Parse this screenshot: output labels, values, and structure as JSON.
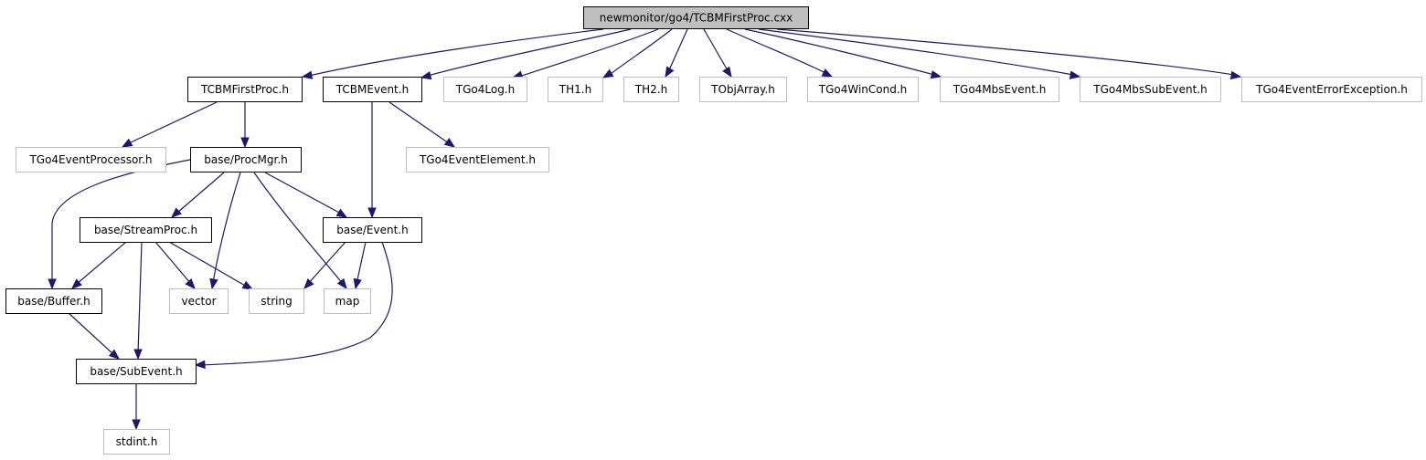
{
  "graph": {
    "nodes": [
      {
        "id": "root",
        "label": "newmonitor/go4/TCBMFirstProc.cxx",
        "kind": "root"
      },
      {
        "id": "firstproc",
        "label": "TCBMFirstProc.h",
        "kind": "documented"
      },
      {
        "id": "cbmevent",
        "label": "TCBMEvent.h",
        "kind": "documented"
      },
      {
        "id": "go4log",
        "label": "TGo4Log.h",
        "kind": "external"
      },
      {
        "id": "th1",
        "label": "TH1.h",
        "kind": "external"
      },
      {
        "id": "th2",
        "label": "TH2.h",
        "kind": "external"
      },
      {
        "id": "tobjarray",
        "label": "TObjArray.h",
        "kind": "external"
      },
      {
        "id": "wincond",
        "label": "TGo4WinCond.h",
        "kind": "external"
      },
      {
        "id": "mbsevent",
        "label": "TGo4MbsEvent.h",
        "kind": "external"
      },
      {
        "id": "mbssubevent",
        "label": "TGo4MbsSubEvent.h",
        "kind": "external"
      },
      {
        "id": "errexc",
        "label": "TGo4EventErrorException.h",
        "kind": "external"
      },
      {
        "id": "evproc",
        "label": "TGo4EventProcessor.h",
        "kind": "external"
      },
      {
        "id": "procmgr",
        "label": "base/ProcMgr.h",
        "kind": "documented"
      },
      {
        "id": "evelem",
        "label": "TGo4EventElement.h",
        "kind": "external"
      },
      {
        "id": "streamproc",
        "label": "base/StreamProc.h",
        "kind": "documented"
      },
      {
        "id": "event",
        "label": "base/Event.h",
        "kind": "documented"
      },
      {
        "id": "buffer",
        "label": "base/Buffer.h",
        "kind": "documented"
      },
      {
        "id": "vector",
        "label": "vector",
        "kind": "external"
      },
      {
        "id": "string",
        "label": "string",
        "kind": "external"
      },
      {
        "id": "map",
        "label": "map",
        "kind": "external"
      },
      {
        "id": "subevent",
        "label": "base/SubEvent.h",
        "kind": "documented"
      },
      {
        "id": "stdint",
        "label": "stdint.h",
        "kind": "external"
      }
    ],
    "edges": [
      {
        "from": "root",
        "to": "firstproc"
      },
      {
        "from": "root",
        "to": "cbmevent"
      },
      {
        "from": "root",
        "to": "go4log"
      },
      {
        "from": "root",
        "to": "th1"
      },
      {
        "from": "root",
        "to": "th2"
      },
      {
        "from": "root",
        "to": "tobjarray"
      },
      {
        "from": "root",
        "to": "wincond"
      },
      {
        "from": "root",
        "to": "mbsevent"
      },
      {
        "from": "root",
        "to": "mbssubevent"
      },
      {
        "from": "root",
        "to": "errexc"
      },
      {
        "from": "firstproc",
        "to": "evproc"
      },
      {
        "from": "firstproc",
        "to": "procmgr"
      },
      {
        "from": "cbmevent",
        "to": "evelem"
      },
      {
        "from": "cbmevent",
        "to": "event"
      },
      {
        "from": "procmgr",
        "to": "buffer"
      },
      {
        "from": "procmgr",
        "to": "streamproc"
      },
      {
        "from": "procmgr",
        "to": "vector"
      },
      {
        "from": "procmgr",
        "to": "map"
      },
      {
        "from": "procmgr",
        "to": "event"
      },
      {
        "from": "streamproc",
        "to": "buffer"
      },
      {
        "from": "streamproc",
        "to": "vector"
      },
      {
        "from": "streamproc",
        "to": "string"
      },
      {
        "from": "streamproc",
        "to": "subevent"
      },
      {
        "from": "event",
        "to": "string"
      },
      {
        "from": "event",
        "to": "map"
      },
      {
        "from": "event",
        "to": "subevent"
      },
      {
        "from": "buffer",
        "to": "subevent"
      },
      {
        "from": "subevent",
        "to": "stdint"
      }
    ]
  },
  "colors": {
    "root_fill": "#bfbfbf",
    "root_border": "#000000",
    "documented_border": "#000000",
    "external_border": "#bfbfbf",
    "node_fill": "#ffffff",
    "edge": "#191970",
    "text": "#000000"
  }
}
